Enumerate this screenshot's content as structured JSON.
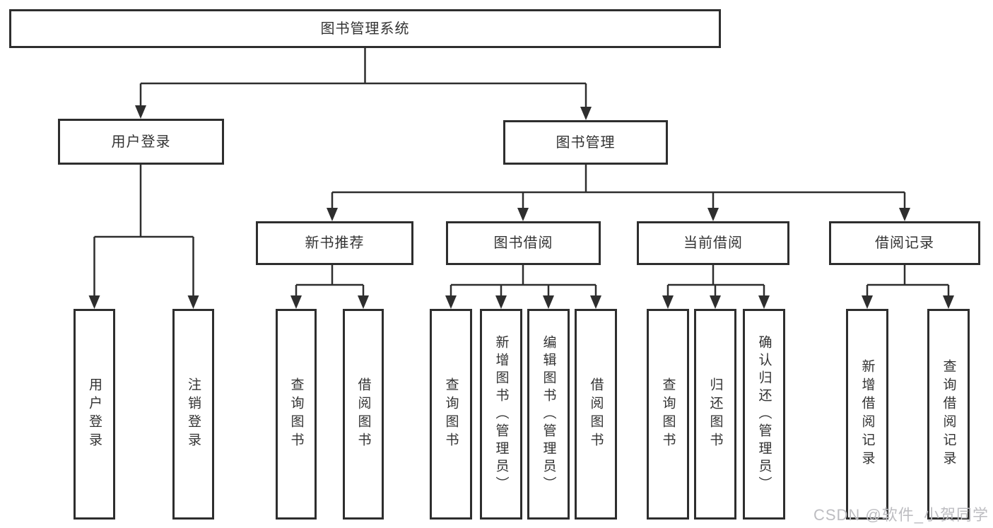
{
  "nodes": {
    "root": {
      "label": "图书管理系统"
    },
    "user_login": {
      "label": "用户登录"
    },
    "book_management": {
      "label": "图书管理"
    },
    "new_book_recommend": {
      "label": "新书推荐"
    },
    "book_borrow": {
      "label": "图书借阅"
    },
    "current_borrow": {
      "label": "当前借阅"
    },
    "borrow_records": {
      "label": "借阅记录"
    },
    "leaf_user_login": {
      "label": "用户登录"
    },
    "leaf_logout": {
      "label": "注销登录"
    },
    "leaf_query_books_rec": {
      "label": "查询图书"
    },
    "leaf_borrow_books_rec": {
      "label": "借阅图书"
    },
    "leaf_query_books_borrow": {
      "label": "查询图书"
    },
    "leaf_add_book_admin": {
      "label": "新增图书（管理员）"
    },
    "leaf_edit_book_admin": {
      "label": "编辑图书（管理员）"
    },
    "leaf_borrow_books_borrow": {
      "label": "借阅图书"
    },
    "leaf_query_books_current": {
      "label": "查询图书"
    },
    "leaf_return_book": {
      "label": "归还图书"
    },
    "leaf_confirm_return_admin": {
      "label": "确认归还（管理员）"
    },
    "leaf_add_borrow_record": {
      "label": "新增借阅记录"
    },
    "leaf_query_borrow_record": {
      "label": "查询借阅记录"
    }
  },
  "watermark": {
    "text": "CSDN @软件_小贺同学"
  },
  "colors": {
    "line": "#2e2e2e",
    "text": "#333333",
    "background": "#ffffff",
    "watermark": "#bdbdc1"
  }
}
